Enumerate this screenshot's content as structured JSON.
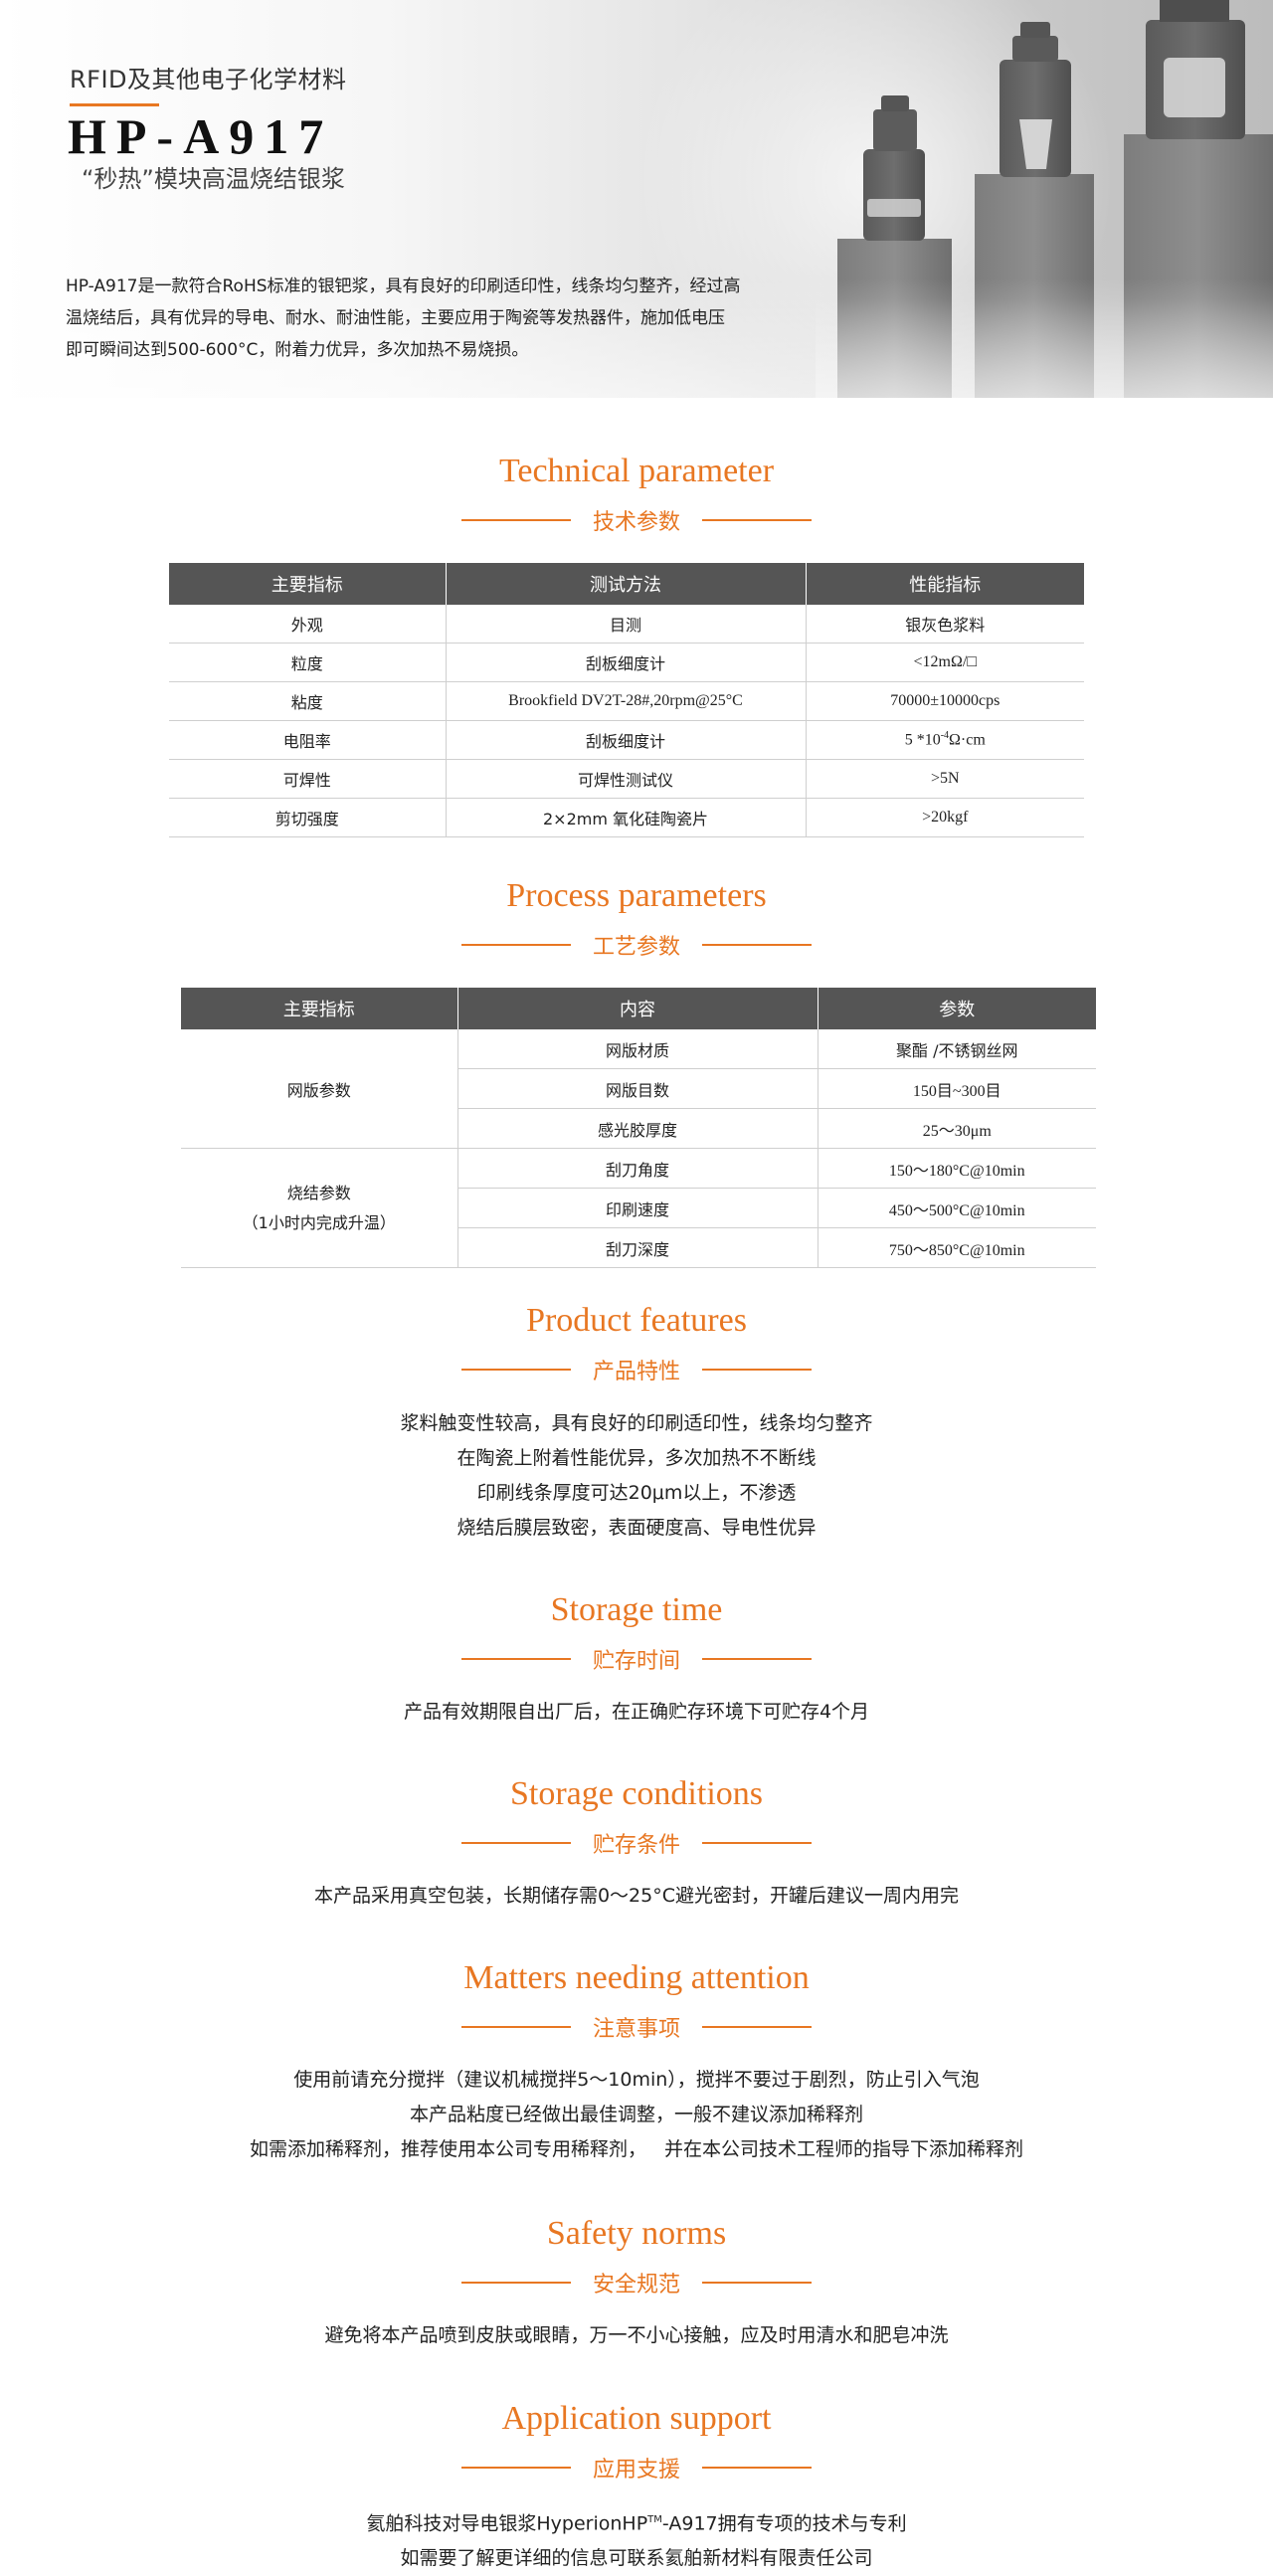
{
  "hero": {
    "subtitle": "RFID及其他电子化学材料",
    "title": "HP-A917",
    "tagline": "“秒热”模块高温烧结银浆",
    "description_lines": [
      "HP-A917是一款符合RoHS标准的银钯浆，具有良好的印刷适印性，线条均匀整齐，经过高",
      "温烧结后，具有优异的导电、耐水、耐油性能，主要应用于陶瓷等发热器件，施加低电压",
      "即可瞬间达到500-600°C，附着力优异，多次加热不易烧损。"
    ]
  },
  "technical": {
    "title_en": "Technical parameter",
    "title_cn": "技术参数",
    "headers": [
      "主要指标",
      "测试方法",
      "性能指标"
    ],
    "rows": [
      [
        "外观",
        "目测",
        "银灰色浆料"
      ],
      [
        "粒度",
        "刮板细度计",
        "<12mΩ/□"
      ],
      [
        "粘度",
        "Brookfield DV2T-28#,20rpm@25°C",
        "70000±10000cps"
      ],
      [
        "电阻率",
        "刮板细度计",
        "5 *10",
        "-4",
        "Ω·cm"
      ],
      [
        "可焊性",
        "可焊性测试仪",
        ">5N"
      ],
      [
        "剪切强度",
        "2×2mm 氧化硅陶瓷片",
        ">20kgf"
      ]
    ]
  },
  "process": {
    "title_en": "Process parameters",
    "title_cn": "工艺参数",
    "headers": [
      "主要指标",
      "内容",
      "参数"
    ],
    "group1": "网版参数",
    "group2_line1": "烧结参数",
    "group2_line2": "（1小时内完成升温）",
    "rows": [
      [
        "网版材质",
        "聚酯 /不锈钢丝网"
      ],
      [
        "网版目数",
        "150目~300目"
      ],
      [
        "感光胶厚度",
        "25～30μm"
      ],
      [
        "刮刀角度",
        "150～180°C@10min"
      ],
      [
        "印刷速度",
        "450～500°C@10min"
      ],
      [
        "刮刀深度",
        "750～850°C@10min"
      ]
    ]
  },
  "features": {
    "title_en": "Product features",
    "title_cn": "产品特性",
    "lines": [
      "浆料触变性较高，具有良好的印刷适印性，线条均匀整齐",
      "在陶瓷上附着性能优异，多次加热不不断线",
      "印刷线条厚度可达20μm以上，不渗透",
      "烧结后膜层致密，表面硬度高、导电性优异"
    ]
  },
  "storage_time": {
    "title_en": "Storage time",
    "title_cn": "贮存时间",
    "lines": [
      "产品有效期限自出厂后，在正确贮存环境下可贮存4个月"
    ]
  },
  "storage_conditions": {
    "title_en": "Storage conditions",
    "title_cn": "贮存条件",
    "lines": [
      "本产品采用真空包装，长期储存需0～25°C避光密封，开罐后建议一周内用完"
    ]
  },
  "attention": {
    "title_en": "Matters needing attention",
    "title_cn": "注意事项",
    "lines": [
      "使用前请充分搅拌（建议机械搅拌5～10min），搅拌不要过于剧烈，防止引入气泡",
      "本产品粘度已经做出最佳调整，一般不建议添加稀释剂",
      "如需添加稀释剂，推荐使用本公司专用稀释剂，   并在本公司技术工程师的指导下添加稀释剂"
    ]
  },
  "safety": {
    "title_en": "Safety norms",
    "title_cn": "安全规范",
    "lines": [
      "避免将本产品喷到皮肤或眼睛，万一不小心接触，应及时用清水和肥皂冲洗"
    ]
  },
  "support": {
    "title_en": "Application support",
    "title_cn": "应用支援",
    "line1_pre": "氦舶科技对导电银浆HyperionHP",
    "line1_sup": "TM",
    "line1_post": "-A917拥有专项的技术与专利",
    "line2": "如需要了解更详细的信息可联系氦舶新材料有限责任公司"
  },
  "colors": {
    "accent": "#e87722",
    "table_header": "#555555"
  }
}
